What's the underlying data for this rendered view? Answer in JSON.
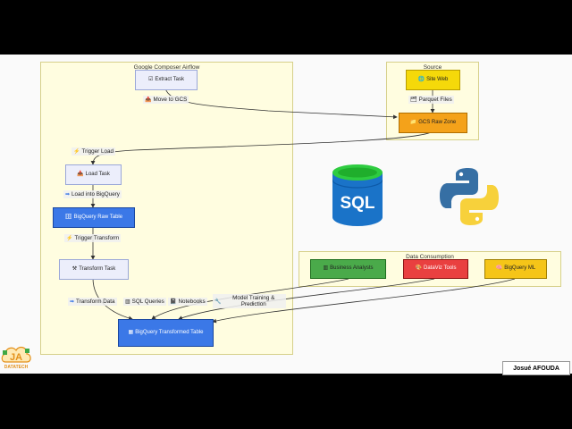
{
  "clusters": {
    "airflow": {
      "title": "Google Composer Airflow"
    },
    "source": {
      "title": "Source"
    },
    "consumption": {
      "title": "Data Consumption"
    }
  },
  "nodes": {
    "extract_task": {
      "label": "Extract Task",
      "icon": "task-icon"
    },
    "site_web": {
      "label": "Site Web",
      "icon": "globe-icon"
    },
    "gcs_raw_zone": {
      "label": "GCS Raw Zone",
      "icon": "folder-icon"
    },
    "load_task": {
      "label": "Load Task",
      "icon": "download-icon"
    },
    "bigquery_raw_table": {
      "label": "BigQuery Raw Table",
      "icon": "database-icon"
    },
    "transform_task": {
      "label": "Transform Task",
      "icon": "tools-icon"
    },
    "bigquery_transformed_table": {
      "label": "BigQuery Transformed Table",
      "icon": "table-icon"
    },
    "business_analysts": {
      "label": "Business Analysts",
      "icon": "chart-icon"
    },
    "dataviz_tools": {
      "label": "DataViz Tools",
      "icon": "palette-icon"
    },
    "bigquery_ml": {
      "label": "BigQuery ML",
      "icon": "brain-icon"
    }
  },
  "edges": {
    "move_to_gcs": {
      "label": "Move to GCS",
      "icon": "upload-icon"
    },
    "parquet_files": {
      "label": "Parquet Files",
      "icon": "files-icon"
    },
    "trigger_load": {
      "label": "Trigger Load",
      "icon": "lightning-icon"
    },
    "load_into_bigquery": {
      "label": "Load into BigQuery",
      "icon": "arrow-icon"
    },
    "trigger_transform": {
      "label": "Trigger Transform",
      "icon": "lightning-icon"
    },
    "transform_data": {
      "label": "Transform Data",
      "icon": "arrow-icon"
    },
    "sql_queries": {
      "label": "SQL Queries",
      "icon": "chart-icon"
    },
    "notebooks": {
      "label": "Notebooks",
      "icon": "notebook-icon"
    },
    "model_training": {
      "label": "Model Training & Prediction",
      "icon": "wrench-icon"
    }
  },
  "logos": {
    "sql_text": "SQL",
    "ja_text": "JA",
    "datatech_text": "DATATECH"
  },
  "author": "Josué AFOUDA",
  "colors": {
    "cluster_fill": "#fffde0",
    "node_fill": "#eceefb",
    "bigquery_blue": "#3b78e7",
    "gcs_orange": "#f4a21a",
    "site_yellow": "#f5d90a",
    "analyst_green": "#4aaa4a",
    "dataviz_red": "#e94040",
    "bqml_yellow": "#f5c518"
  }
}
